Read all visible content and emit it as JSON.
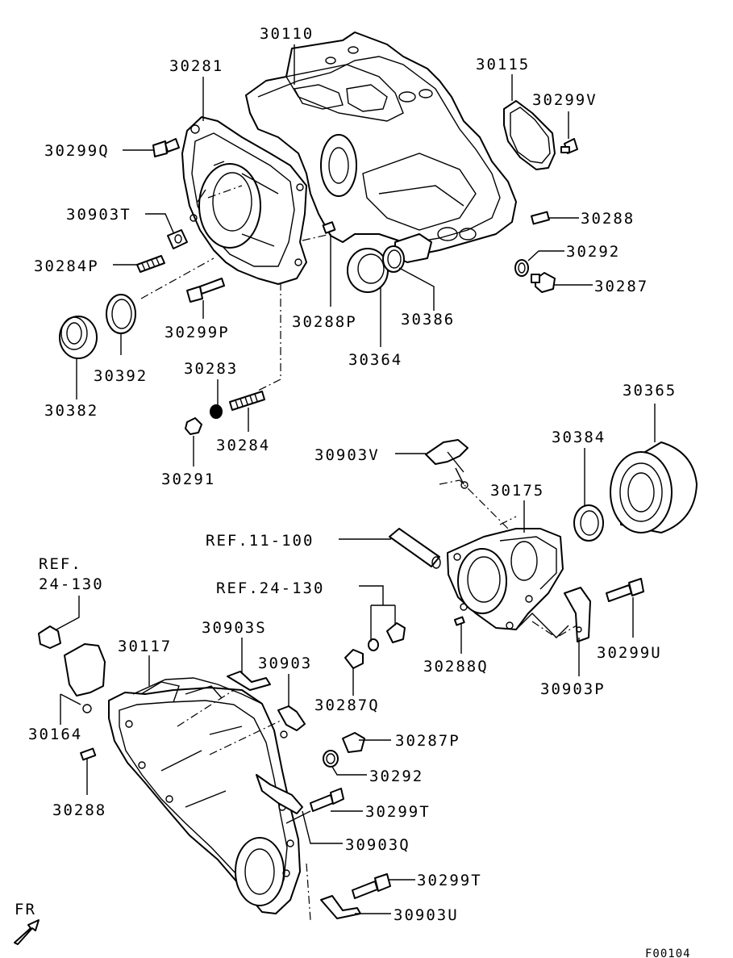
{
  "diagram_code": "F00104",
  "direction": {
    "label": "FR"
  },
  "parts": [
    {
      "id": "p30110",
      "label": "30110"
    },
    {
      "id": "p30281",
      "label": "30281"
    },
    {
      "id": "p30115",
      "label": "30115"
    },
    {
      "id": "p30299V",
      "label": "30299V"
    },
    {
      "id": "p30299Q",
      "label": "30299Q"
    },
    {
      "id": "p30903T",
      "label": "30903T"
    },
    {
      "id": "p30288a",
      "label": "30288"
    },
    {
      "id": "p30284P",
      "label": "30284P"
    },
    {
      "id": "p30292a",
      "label": "30292"
    },
    {
      "id": "p30287",
      "label": "30287"
    },
    {
      "id": "p30299P",
      "label": "30299P"
    },
    {
      "id": "p30288P",
      "label": "30288P"
    },
    {
      "id": "p30386",
      "label": "30386"
    },
    {
      "id": "p30392",
      "label": "30392"
    },
    {
      "id": "p30382",
      "label": "30382"
    },
    {
      "id": "p30283",
      "label": "30283"
    },
    {
      "id": "p30364",
      "label": "30364"
    },
    {
      "id": "p30365",
      "label": "30365"
    },
    {
      "id": "p30284",
      "label": "30284"
    },
    {
      "id": "p30384",
      "label": "30384"
    },
    {
      "id": "p30903V",
      "label": "30903V"
    },
    {
      "id": "p30291",
      "label": "30291"
    },
    {
      "id": "p30175",
      "label": "30175"
    },
    {
      "id": "pref11",
      "label": "REF.11-100"
    },
    {
      "id": "pref24a1",
      "label": "REF."
    },
    {
      "id": "pref24a2",
      "label": "24-130"
    },
    {
      "id": "pref24b",
      "label": "REF.24-130"
    },
    {
      "id": "p30903S",
      "label": "30903S"
    },
    {
      "id": "p30117",
      "label": "30117"
    },
    {
      "id": "p30903",
      "label": "30903"
    },
    {
      "id": "p30288Q",
      "label": "30288Q"
    },
    {
      "id": "p30299U",
      "label": "30299U"
    },
    {
      "id": "p30287Q",
      "label": "30287Q"
    },
    {
      "id": "p30903P",
      "label": "30903P"
    },
    {
      "id": "p30164",
      "label": "30164"
    },
    {
      "id": "p30287P",
      "label": "30287P"
    },
    {
      "id": "p30292b",
      "label": "30292"
    },
    {
      "id": "p30288b",
      "label": "30288"
    },
    {
      "id": "p30299Ta",
      "label": "30299T"
    },
    {
      "id": "p30903Q",
      "label": "30903Q"
    },
    {
      "id": "p30299Tb",
      "label": "30299T"
    },
    {
      "id": "p30903U",
      "label": "30903U"
    }
  ]
}
